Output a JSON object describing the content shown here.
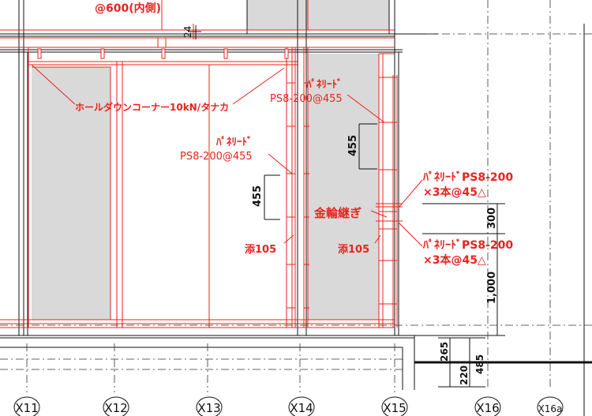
{
  "labels": {
    "top_note": "@600(内側)",
    "dim_24": "24",
    "holddown": "ホールダウンコーナー10kN/タナカ",
    "panel_left_l1": "ﾊﾟﾈﾘｰﾄﾞ",
    "panel_left_l2": "PS8-200@455",
    "panel_right_l1": "ﾊﾟﾈﾘｰﾄﾞ",
    "panel_right_l2": "PS8-200@455",
    "dim_455_left": "455",
    "dim_455_right": "455",
    "soe_left": "添105",
    "soe_right": "添105",
    "kanawa": "金輪継ぎ",
    "panel_x15_a_l1": "ﾊﾟﾈﾘｰﾄﾞPS8-200",
    "panel_x15_a_l2": "×3本@45△",
    "panel_x15_b_l1": "ﾊﾟﾈﾘｰﾄﾞPS8-200",
    "panel_x15_b_l2": "×3本@45△",
    "dim_300": "300",
    "dim_1000": "1,000",
    "dim_265": "265",
    "dim_220": "220",
    "dim_485": "485"
  },
  "grid_labels": [
    "X11",
    "X12",
    "X13",
    "X14",
    "X15",
    "X16",
    "X16a"
  ],
  "colors": {
    "red": "#e8231e",
    "black": "#111111",
    "panel_fill": "#d9d9d9"
  }
}
